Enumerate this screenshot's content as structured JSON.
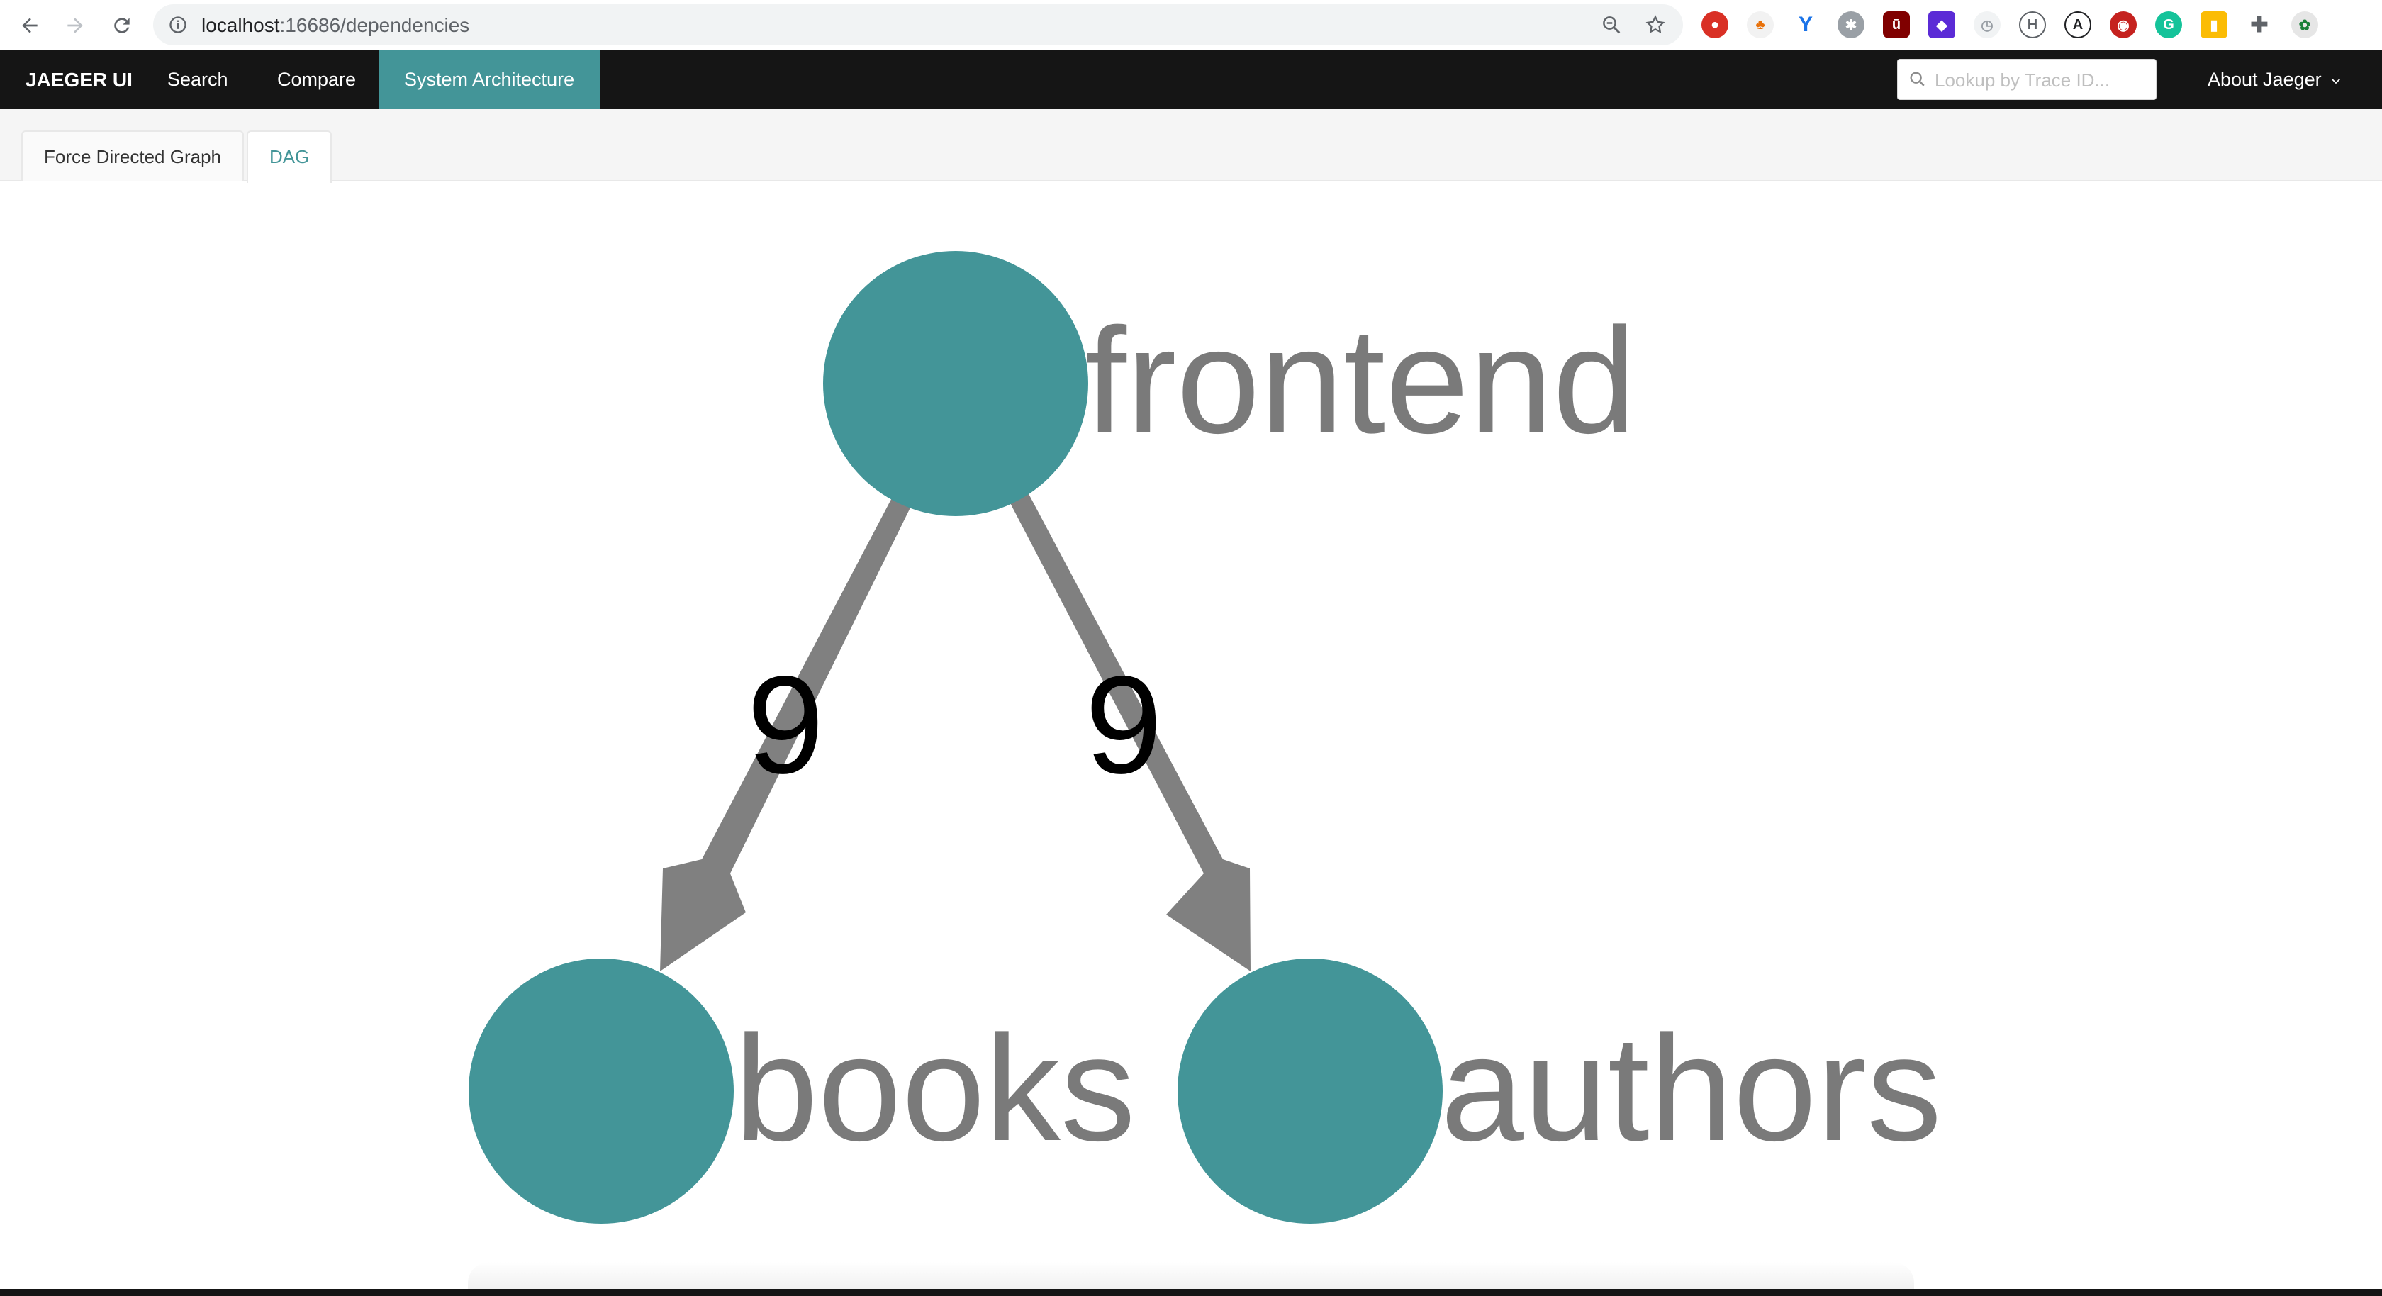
{
  "browser": {
    "url_host": "localhost",
    "url_path": ":16686/dependencies"
  },
  "topnav": {
    "brand": "JAEGER UI",
    "items": [
      {
        "label": "Search",
        "active": false
      },
      {
        "label": "Compare",
        "active": false
      },
      {
        "label": "System Architecture",
        "active": true
      }
    ],
    "trace_lookup_placeholder": "Lookup by Trace ID...",
    "about": "About Jaeger"
  },
  "tabs": [
    {
      "label": "Force Directed Graph",
      "active": false
    },
    {
      "label": "DAG",
      "active": true
    }
  ],
  "dag": {
    "nodes": [
      {
        "id": "frontend",
        "label": "frontend"
      },
      {
        "id": "books",
        "label": "books"
      },
      {
        "id": "authors",
        "label": "authors"
      }
    ],
    "edges": [
      {
        "from": "frontend",
        "to": "books",
        "calls": "9"
      },
      {
        "from": "frontend",
        "to": "authors",
        "calls": "9"
      }
    ],
    "colors": {
      "node": "#439598",
      "edge": "#808080",
      "node_label": "#7a7a7a",
      "edge_label": "#000000",
      "nav_active": "#439598",
      "nav_bg": "#151515"
    }
  }
}
